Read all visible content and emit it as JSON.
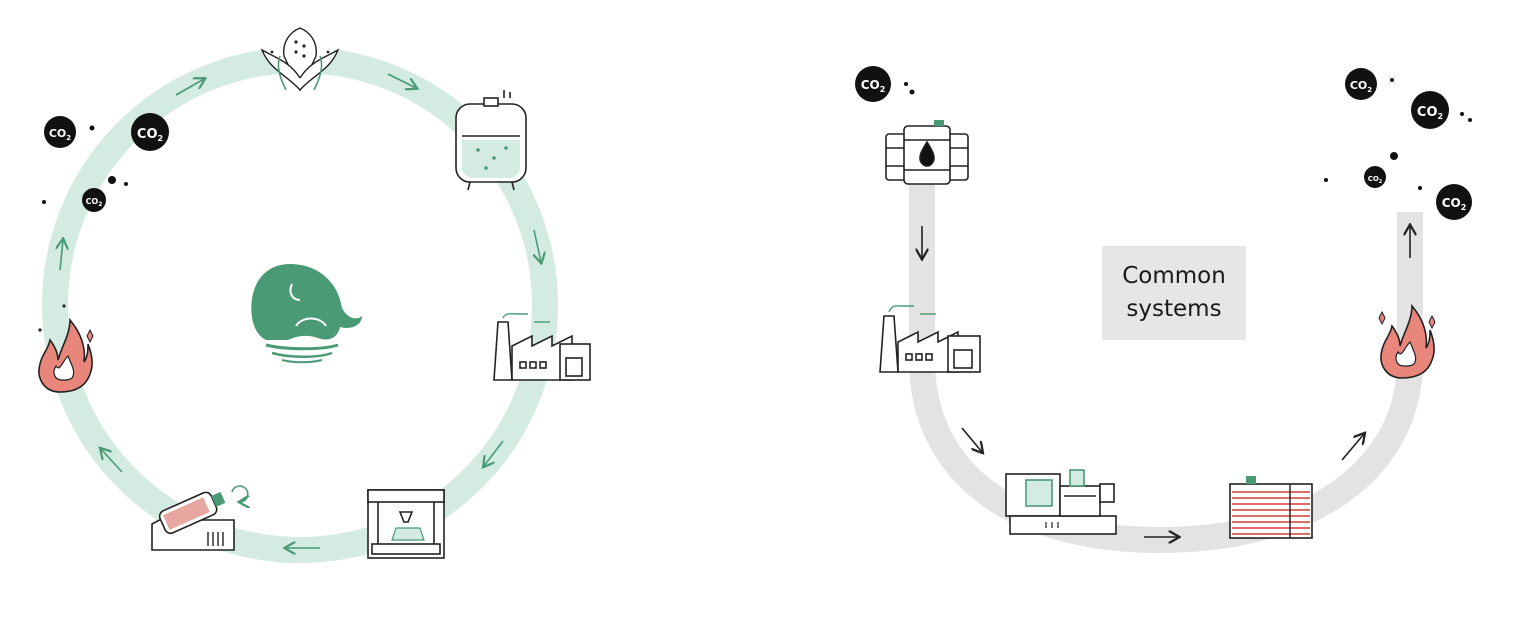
{
  "right_cycle": {
    "label_line1": "Common",
    "label_line2": "systems"
  },
  "co2": {
    "text": "CO",
    "subscript": "2"
  },
  "colors": {
    "circular_ring": "#d3ebe0",
    "circular_accent": "#4a9a76",
    "linear_path": "#e3e3e3",
    "fire": "#e8867c",
    "dark": "#111111"
  }
}
